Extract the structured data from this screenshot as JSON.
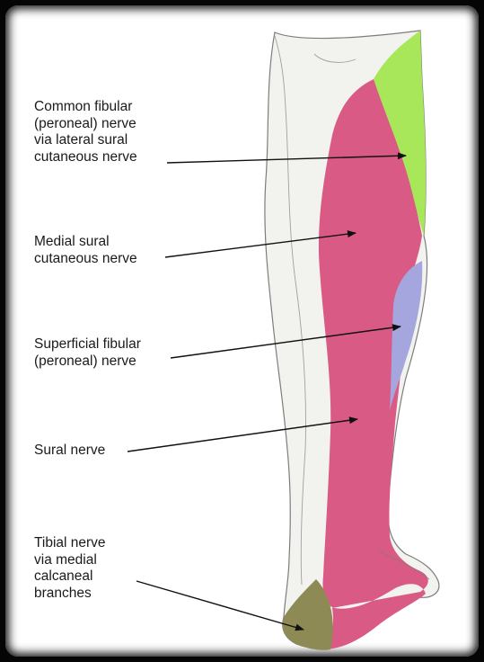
{
  "figure": {
    "colors": {
      "frame": "#050505",
      "background": "#ffffff",
      "skin": "#f2f2ef",
      "skin_outline": "#7d7d7d",
      "medial_sural": "#d95a85",
      "common_fibular": "#a8e65a",
      "superficial_fibular": "#a5a6de",
      "tibial_calcaneal": "#8e8a56",
      "leader": "#111111"
    },
    "labels": [
      {
        "id": "common-fibular",
        "lines": [
          "Common fibular",
          "(peroneal) nerve",
          "via lateral sural",
          "cutaneous nerve"
        ],
        "region_color": "common_fibular"
      },
      {
        "id": "medial-sural",
        "lines": [
          "Medial sural",
          "cutaneous nerve"
        ],
        "region_color": "medial_sural"
      },
      {
        "id": "superficial-fibular",
        "lines": [
          "Superficial fibular",
          "(peroneal) nerve"
        ],
        "region_color": "superficial_fibular"
      },
      {
        "id": "sural",
        "lines": [
          "Sural nerve"
        ],
        "region_color": "medial_sural"
      },
      {
        "id": "tibial",
        "lines": [
          "Tibial nerve",
          "via medial",
          "calcaneal",
          "branches"
        ],
        "region_color": "tibial_calcaneal"
      }
    ]
  }
}
